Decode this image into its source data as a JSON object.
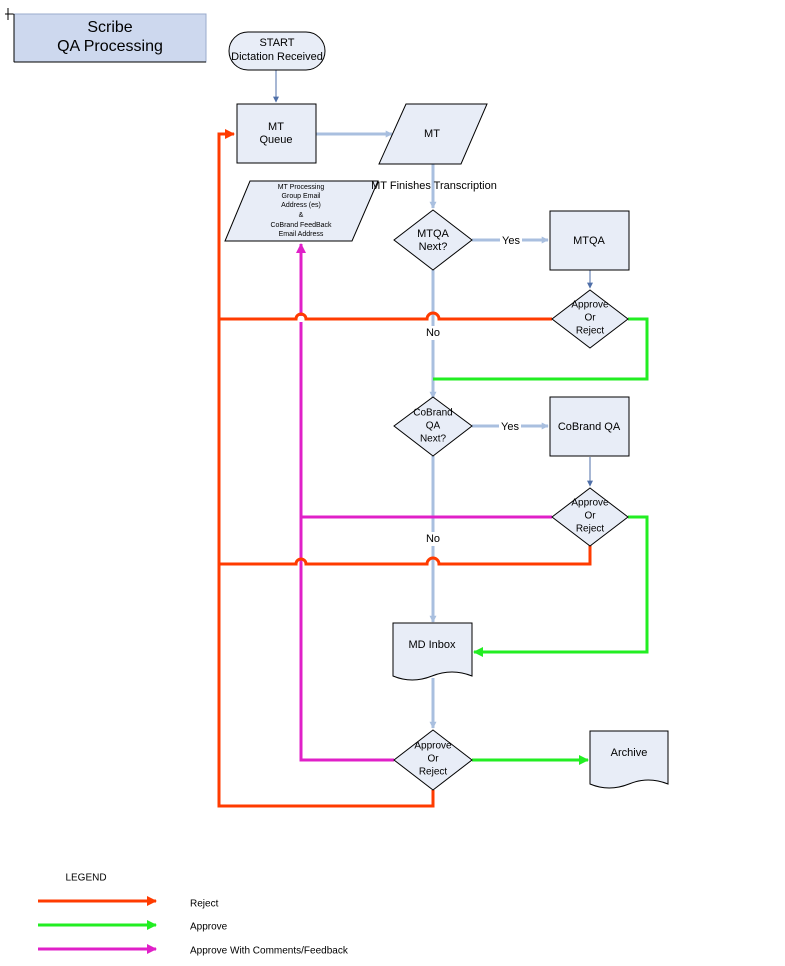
{
  "title": {
    "line1": "Scribe",
    "line2": "QA Processing"
  },
  "nodes": {
    "start": {
      "line1": "START",
      "line2": "Dictation Received"
    },
    "mt_queue": {
      "line1": "MT",
      "line2": "Queue"
    },
    "mt": {
      "label": "MT"
    },
    "email": {
      "line1": "MT Processing",
      "line2": "Group Email",
      "line3": "Address (es)",
      "line4": "&",
      "line5": "CoBrand FeedBack",
      "line6": "Email Address"
    },
    "mtqa_next": {
      "line1": "MTQA",
      "line2": "Next?"
    },
    "mtqa": {
      "label": "MTQA"
    },
    "approve1": {
      "line1": "Approve",
      "line2": "Or",
      "line3": "Reject"
    },
    "cobrand_next": {
      "line1": "CoBrand",
      "line2": "QA",
      "line3": "Next?"
    },
    "cobrand_qa": {
      "label": "CoBrand QA"
    },
    "approve2": {
      "line1": "Approve",
      "line2": "Or",
      "line3": "Reject"
    },
    "md_inbox": {
      "label": "MD Inbox"
    },
    "approve3": {
      "line1": "Approve",
      "line2": "Or",
      "line3": "Reject"
    },
    "archive": {
      "label": "Archive"
    }
  },
  "edge_labels": {
    "mt_finishes": "MT Finishes Transcription",
    "yes1": "Yes",
    "no1": "No",
    "yes2": "Yes",
    "no2": "No"
  },
  "legend": {
    "title": "LEGEND",
    "items": [
      {
        "label": "Reject",
        "color": "#ff3b00"
      },
      {
        "label": "Approve",
        "color": "#22ee22"
      },
      {
        "label": "Approve With Comments/Feedback",
        "color": "#e020c8"
      }
    ]
  },
  "colors": {
    "flow": "#a9bfdf",
    "reject": "#ff3b00",
    "approve": "#22ee22",
    "feedback": "#e020c8",
    "shape_fill": "#e8edf7"
  }
}
